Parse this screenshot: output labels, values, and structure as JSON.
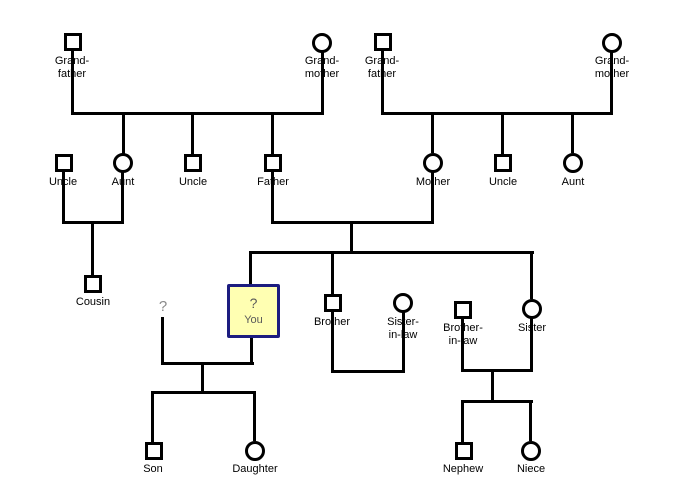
{
  "colors": {
    "background": "#FFFFFF",
    "line": "#000000",
    "you_box_fill": "#FFFFB2",
    "you_box_border": "#1C1C80",
    "unknown_text": "#8A8A8A"
  },
  "people": {
    "paternal_grandfather": {
      "label": "Grand-\nfather",
      "shape": "square"
    },
    "paternal_grandmother": {
      "label": "Grand-\nmother",
      "shape": "circle"
    },
    "maternal_grandfather": {
      "label": "Grand-\nfather",
      "shape": "square"
    },
    "maternal_grandmother": {
      "label": "Grand-\nmother",
      "shape": "circle"
    },
    "uncle_by_marriage": {
      "label": "Uncle",
      "shape": "square"
    },
    "paternal_aunt": {
      "label": "Aunt",
      "shape": "circle"
    },
    "paternal_uncle": {
      "label": "Uncle",
      "shape": "square"
    },
    "father": {
      "label": "Father",
      "shape": "square"
    },
    "mother": {
      "label": "Mother",
      "shape": "circle"
    },
    "maternal_uncle": {
      "label": "Uncle",
      "shape": "square"
    },
    "maternal_aunt": {
      "label": "Aunt",
      "shape": "circle"
    },
    "cousin": {
      "label": "Cousin",
      "shape": "square"
    },
    "you": {
      "symbol": "?",
      "label": "You",
      "shape": "highlighted-square"
    },
    "unknown_partner": {
      "label": "?"
    },
    "brother": {
      "label": "Brother",
      "shape": "square"
    },
    "sister_in_law": {
      "label": "Sister-\nin-law",
      "shape": "circle"
    },
    "brother_in_law": {
      "label": "Brother-\nin-law",
      "shape": "square"
    },
    "sister": {
      "label": "Sister",
      "shape": "circle"
    },
    "son": {
      "label": "Son",
      "shape": "square"
    },
    "daughter": {
      "label": "Daughter",
      "shape": "circle"
    },
    "nephew": {
      "label": "Nephew",
      "shape": "square"
    },
    "niece": {
      "label": "Niece",
      "shape": "circle"
    }
  }
}
